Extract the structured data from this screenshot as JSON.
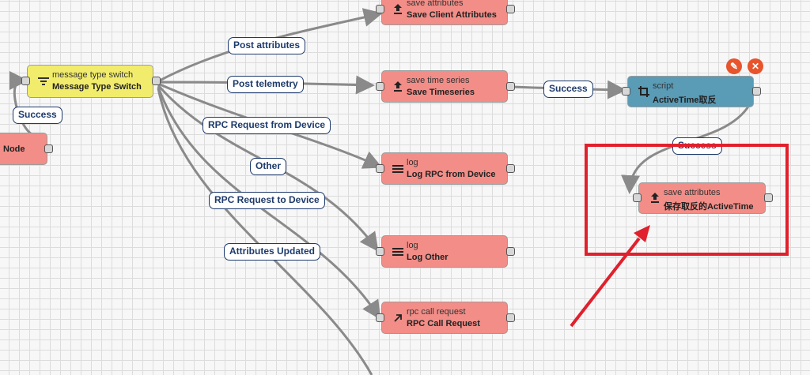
{
  "nodes": {
    "partial": {
      "name": "Node"
    },
    "switch": {
      "type": "message type switch",
      "name": "Message Type Switch"
    },
    "save_client_attributes": {
      "type": "save attributes",
      "name": "Save Client Attributes"
    },
    "save_timeseries": {
      "type": "save time series",
      "name": "Save Timeseries"
    },
    "log_rpc": {
      "type": "log",
      "name": "Log RPC from Device"
    },
    "log_other": {
      "type": "log",
      "name": "Log Other"
    },
    "rpc_call": {
      "type": "rpc call request",
      "name": "RPC Call Request"
    },
    "script": {
      "type": "script",
      "name": "ActiveTime取反"
    },
    "save_inverted": {
      "type": "save attributes",
      "name": "保存取反的ActiveTime"
    }
  },
  "links": {
    "success_left": "Success",
    "post_attributes": "Post attributes",
    "post_telemetry": "Post telemetry",
    "rpc_from_device": "RPC Request from Device",
    "other": "Other",
    "rpc_to_device": "RPC Request to Device",
    "attributes_updated": "Attributes Updated",
    "success_timeseries_script": "Success",
    "success_script_save": "Success"
  },
  "icons": {
    "switch": "filter-icon",
    "save_attributes": "upload-icon",
    "save_timeseries": "upload-icon",
    "log": "menu-lines-icon",
    "rpc_call": "arrow-up-right-icon",
    "script": "crop-icon",
    "edit": "pencil-icon",
    "delete": "close-icon"
  },
  "colors": {
    "canvas": "#f7f7f7",
    "node_action": "#f28d87",
    "node_filter": "#f2ec6c",
    "node_transform": "#5a9bb6",
    "edge": "#8a8a8a",
    "label_border": "#1d3a6b",
    "highlight": "#e0202c",
    "action_button": "#e8542b"
  }
}
